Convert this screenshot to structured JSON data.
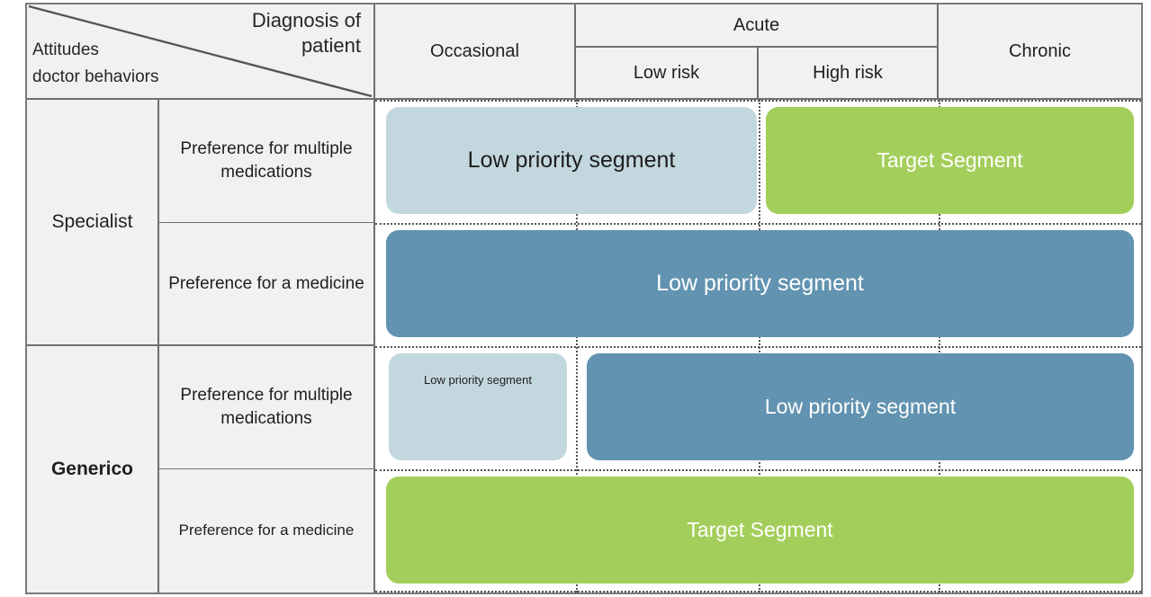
{
  "corner": {
    "column_axis_label": "Diagnosis of patient",
    "row_axis_label_line1": "Attitudes",
    "row_axis_label_line2": "doctor behaviors"
  },
  "columns": {
    "occasional": "Occasional",
    "acute": "Acute",
    "low_risk": "Low risk",
    "high_risk": "High risk",
    "chronic": "Chronic"
  },
  "row_groups": {
    "specialist": "Specialist",
    "generico": "Generico"
  },
  "row_labels": {
    "r1": "Preference for multiple medications",
    "r2": "Preference for a medicine",
    "r3": "Preference for multiple medications",
    "r4": "Preference for a medicine"
  },
  "segments": {
    "low_priority": "Low priority segment",
    "target": "Target Segment"
  },
  "matrix": {
    "type": "segmentation-matrix",
    "column_headers": [
      "Occasional",
      "Acute / Low risk",
      "Acute / High risk",
      "Chronic"
    ],
    "rows": [
      {
        "group": "Specialist",
        "label": "Preference for multiple medications",
        "blocks": [
          {
            "text": "Low priority segment",
            "spans": [
              "Occasional",
              "Low risk"
            ],
            "color": "#c3d8de"
          },
          {
            "text": "Target Segment",
            "spans": [
              "High risk",
              "Chronic"
            ],
            "color": "#a4ce5b"
          }
        ]
      },
      {
        "group": "Specialist",
        "label": "Preference for a medicine",
        "blocks": [
          {
            "text": "Low priority segment",
            "spans": [
              "Occasional",
              "Low risk",
              "High risk",
              "Chronic"
            ],
            "color": "#6293b0"
          }
        ]
      },
      {
        "group": "Generico",
        "label": "Preference for multiple medications",
        "blocks": [
          {
            "text": "Low priority segment",
            "spans": [
              "Occasional"
            ],
            "color": "#c3d8de"
          },
          {
            "text": "Low priority segment",
            "spans": [
              "Low risk",
              "High risk",
              "Chronic"
            ],
            "color": "#6293b0"
          }
        ]
      },
      {
        "group": "Generico",
        "label": "Preference for a medicine",
        "blocks": [
          {
            "text": "Target Segment",
            "spans": [
              "Occasional",
              "Low risk",
              "High risk",
              "Chronic"
            ],
            "color": "#a4ce5b"
          }
        ]
      }
    ],
    "colors": {
      "pale_blue": "#c3d8de",
      "blue": "#6293b0",
      "green": "#a4ce5b",
      "header_bg": "#f1f1f1",
      "border": "#6f6f6f"
    }
  }
}
